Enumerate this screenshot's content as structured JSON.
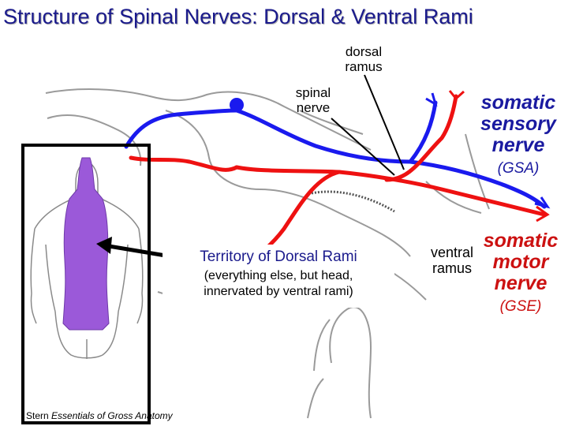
{
  "title": "Structure of Spinal Nerves: Dorsal & Ventral Rami",
  "labels": {
    "dorsal_ramus": [
      "dorsal",
      "ramus"
    ],
    "spinal_nerve": [
      "spinal",
      "nerve"
    ],
    "ventral_ramus": [
      "ventral",
      "ramus"
    ]
  },
  "sensory": {
    "lines": [
      "somatic",
      "sensory",
      "nerve"
    ],
    "abbr": "(GSA)"
  },
  "motor": {
    "lines": [
      "somatic",
      "motor",
      "nerve"
    ],
    "abbr": "(GSE)"
  },
  "territory": {
    "title": "Territory of Dorsal Rami",
    "sub_lines": [
      "(everything else, but head,",
      "innervated by ventral rami)"
    ]
  },
  "credit": {
    "prefix": "Stern ",
    "italic": "Essentials of Gross Anatomy"
  },
  "colors": {
    "sensory": "#1a1aee",
    "motor": "#ee1111",
    "territory": "#9b59d9",
    "title": "#1a1a8c"
  }
}
